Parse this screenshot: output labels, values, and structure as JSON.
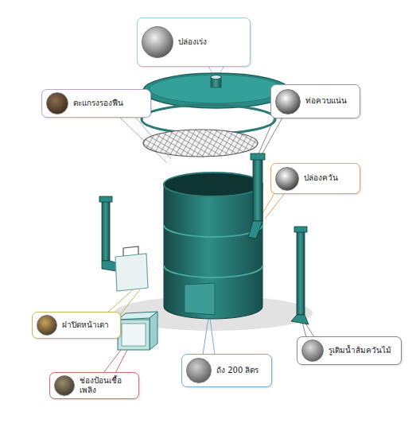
{
  "diagram": {
    "nodes": [
      {
        "text": [
          "ปล่องเร่ง"
        ]
      },
      {
        "text": [
          "ตะแกรงรองฟืน"
        ]
      },
      {
        "text": [
          "ท่อควบแน่น"
        ]
      },
      {
        "text": [
          "ปล่องควัน"
        ]
      },
      {
        "text": [
          "ฝาปิดหน้าเตา"
        ]
      },
      {
        "text": [
          "รูเติมน้ำส้มควันไม้"
        ]
      },
      {
        "text": [
          "ถัง 200 ลิตร"
        ]
      },
      {
        "text": [
          "ช่องป้อนเชื้อเพลิง"
        ]
      }
    ]
  }
}
